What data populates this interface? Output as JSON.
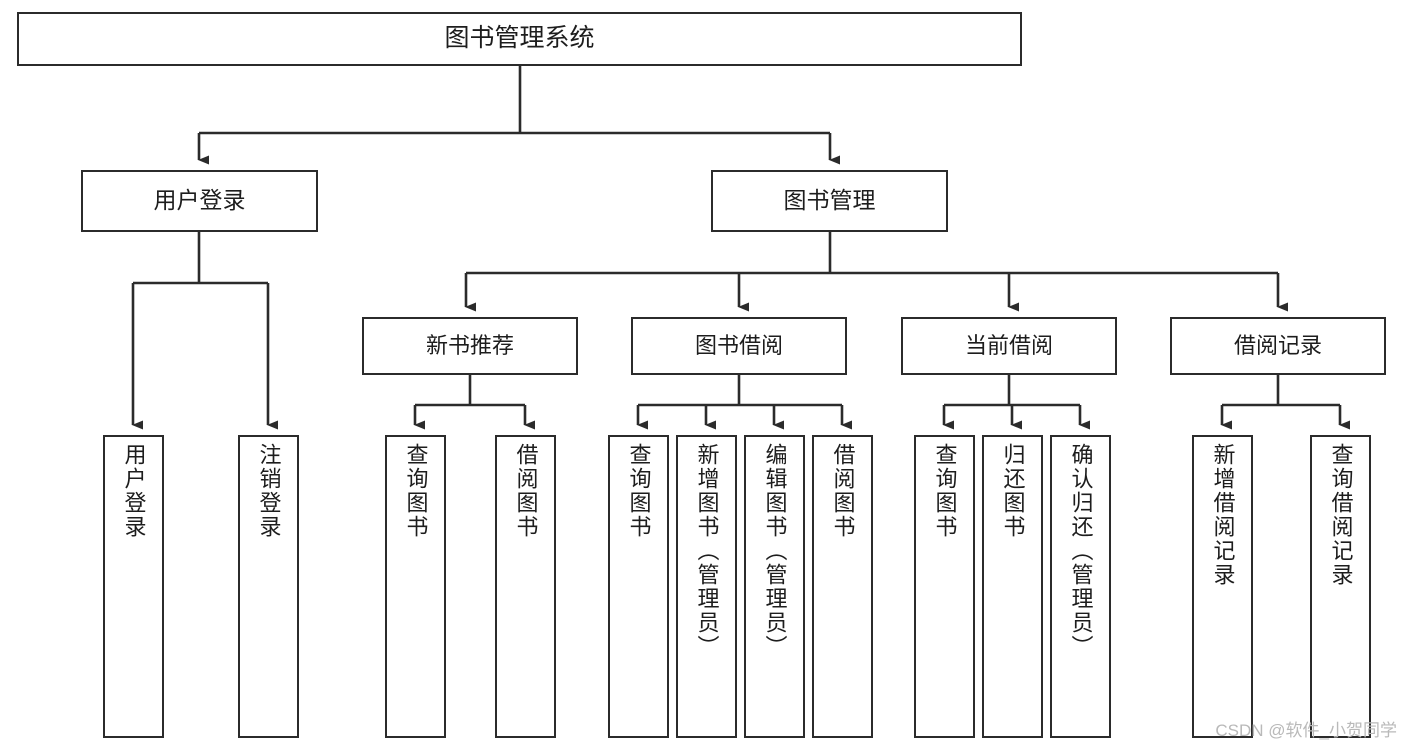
{
  "diagram": {
    "type": "tree",
    "title": "图书管理系统",
    "root": {
      "label": "图书管理系统"
    },
    "level2": [
      {
        "label": "用户登录"
      },
      {
        "label": "图书管理"
      }
    ],
    "level3": [
      {
        "label": "新书推荐"
      },
      {
        "label": "图书借阅"
      },
      {
        "label": "当前借阅"
      },
      {
        "label": "借阅记录"
      }
    ],
    "leaves": {
      "user_login": [
        {
          "label": "用户登录"
        },
        {
          "label": "注销登录"
        }
      ],
      "new_book": [
        {
          "label": "查询图书"
        },
        {
          "label": "借阅图书"
        }
      ],
      "book_borrow": [
        {
          "label": "查询图书"
        },
        {
          "label": "新增图书（管理员）"
        },
        {
          "label": "编辑图书（管理员）"
        },
        {
          "label": "借阅图书"
        }
      ],
      "current_borrow": [
        {
          "label": "查询图书"
        },
        {
          "label": "归还图书"
        },
        {
          "label": "确认归还（管理员）"
        }
      ],
      "borrow_record": [
        {
          "label": "新增借阅记录"
        },
        {
          "label": "查询借阅记录"
        }
      ]
    }
  },
  "watermark": {
    "text": "CSDN @软件_小贺同学"
  },
  "colors": {
    "stroke": "#2b2b2b",
    "fill": "#ffffff",
    "text": "#1d1d1d",
    "watermark": "#b9b9b9"
  }
}
